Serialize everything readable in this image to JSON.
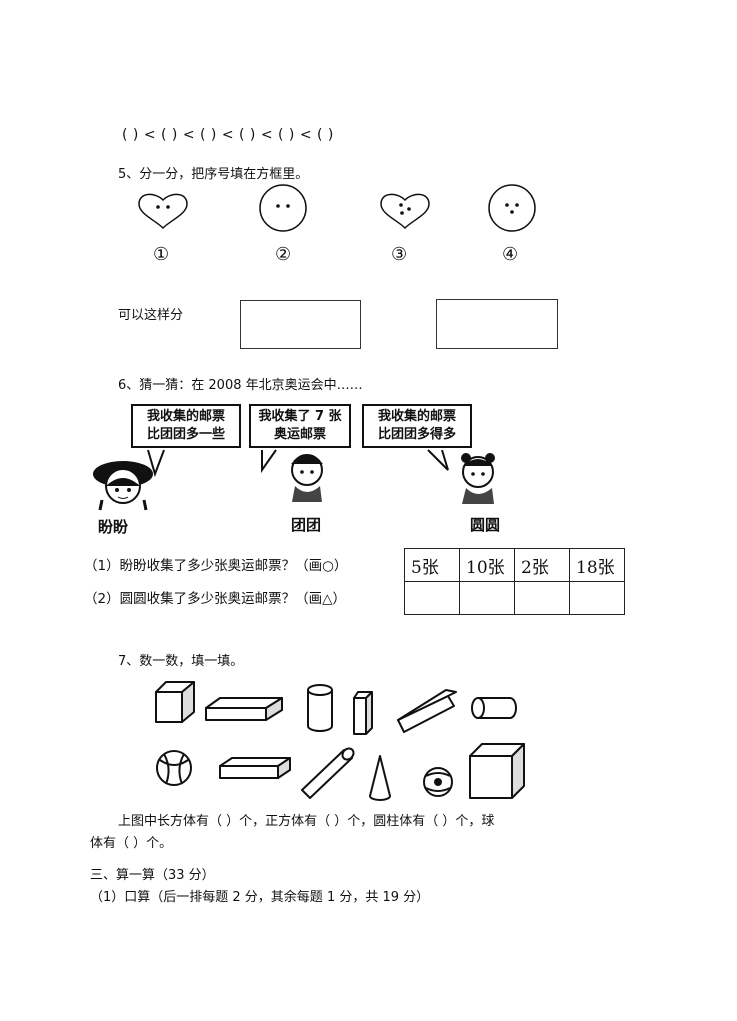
{
  "q4": {
    "ordering": "(    ) < (    ) < (    ) < (    ) < (    ) < (    )"
  },
  "q5": {
    "title": "5、分一分，把序号填在方框里。",
    "labels": [
      "①",
      "②",
      "③",
      "④"
    ],
    "prompt": "可以这样分",
    "shapes": [
      "heart-two-dots-icon",
      "circle-two-dots-icon",
      "heart-three-dots-icon",
      "circle-three-dots-icon"
    ]
  },
  "q6": {
    "title": "6、猜一猜：在 2008 年北京奥运会中……",
    "bubbles": [
      [
        "我收集的邮票",
        "比团团多一些"
      ],
      [
        "我收集了 7 张",
        "奥运邮票"
      ],
      [
        "我收集的邮票",
        "比团团多得多"
      ]
    ],
    "names": [
      "盼盼",
      "团团",
      "圆圆"
    ],
    "question1": "（1）盼盼收集了多少张奥运邮票？（画○）",
    "question2": "（2）圆圆收集了多少张奥运邮票？（画△）",
    "options": [
      "5张",
      "10张",
      "2张",
      "18张"
    ]
  },
  "q7": {
    "title": "7、数一数，填一填。",
    "fill_line1": "上图中长方体有（          ）个，正方体有（        ）个，圆柱体有（         ）个，球",
    "fill_line2": "体有（        ）个。"
  },
  "section3": {
    "title": "三、算一算（33 分）",
    "sub1": "（1）口算（后一排每题 2 分，其余每题 1 分，共 19 分）"
  }
}
